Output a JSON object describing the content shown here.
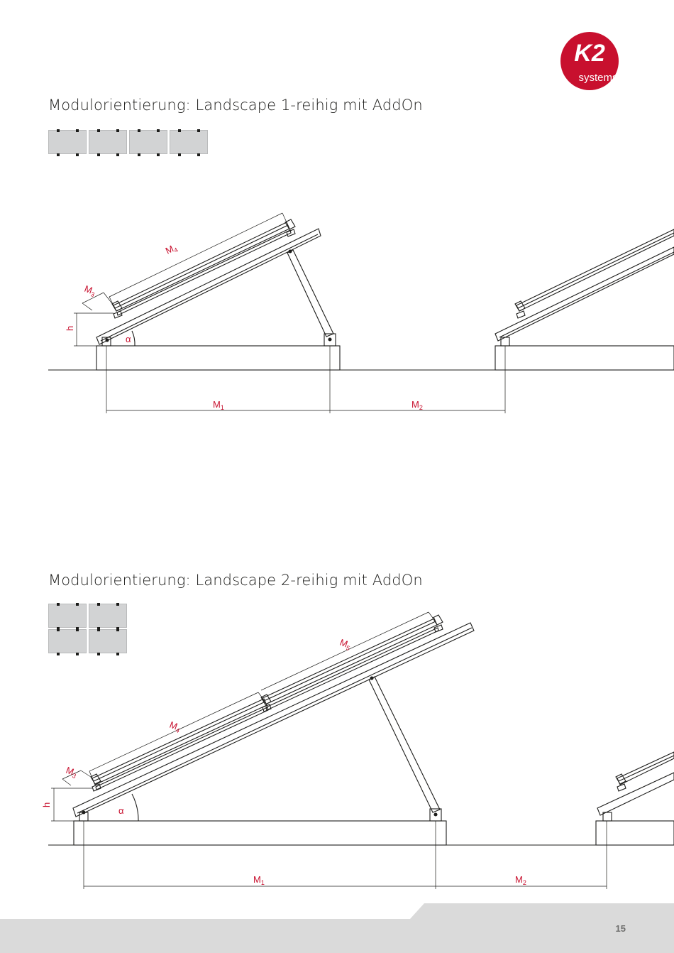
{
  "brand": {
    "logo_text_main": "K2",
    "logo_text_sub": "systems",
    "logo_color": "#c8102e"
  },
  "sections": [
    {
      "heading": "Modulorientierung: Landscape 1-reihig mit AddOn",
      "labels": {
        "m1": "M",
        "m1_sub": "1",
        "m2": "M",
        "m2_sub": "2",
        "m3": "M",
        "m3_sub": "3",
        "m4": "M",
        "m4_sub": "4",
        "h": "h",
        "angle": "α"
      }
    },
    {
      "heading": "Modulorientierung: Landscape 2-reihig mit AddOn",
      "labels": {
        "m1": "M",
        "m1_sub": "1",
        "m2": "M",
        "m2_sub": "2",
        "m3": "M",
        "m3_sub": "3",
        "m4": "M",
        "m4_sub": "4",
        "m5": "M",
        "m5_sub": "5",
        "h": "h",
        "angle": "α"
      }
    }
  ],
  "footer": {
    "page_number": "15"
  },
  "colors": {
    "dimension_text": "#c8102e",
    "line": "#1d1d1b",
    "module_fill": "#d2d3d4",
    "footer_gray": "#dadada"
  }
}
